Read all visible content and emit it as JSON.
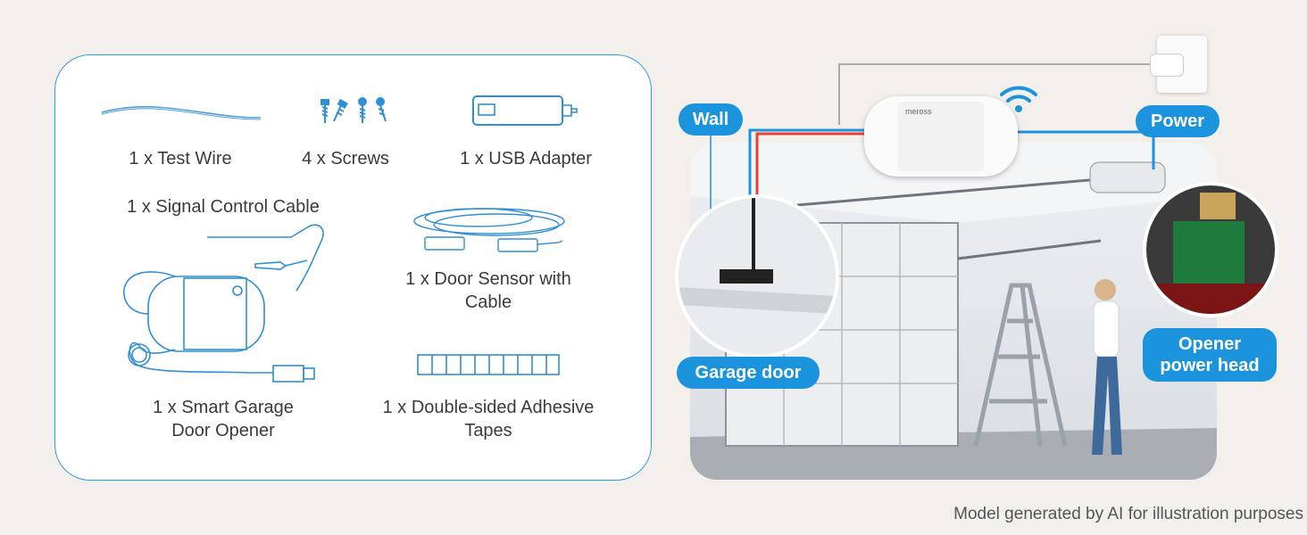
{
  "contents": {
    "test_wire": "1 x Test Wire",
    "screws": "4 x Screws",
    "usb_adapter": "1 x USB Adapter",
    "signal_cable": "1 x Signal Control Cable",
    "door_sensor_line1": "1 x Door Sensor with",
    "door_sensor_line2": "Cable",
    "opener_line1": "1 x Smart Garage",
    "opener_line2": "Door Opener",
    "tapes_line1": "1 x Double-sided Adhesive",
    "tapes_line2": "Tapes"
  },
  "callouts": {
    "wall": "Wall",
    "power": "Power",
    "garage_door": "Garage door",
    "opener_line1": "Opener",
    "opener_line2": "power head"
  },
  "device": {
    "brand": "meross"
  },
  "footnote": "Model generated by AI for illustration purposes",
  "icons": [
    "wifi-icon",
    "wall-outlet-icon",
    "usb-plug-icon"
  ],
  "colors": {
    "accent": "#1c93dd",
    "panel_border": "#2a9de0",
    "background": "#f3efea",
    "red_wire": "#e8413a"
  }
}
